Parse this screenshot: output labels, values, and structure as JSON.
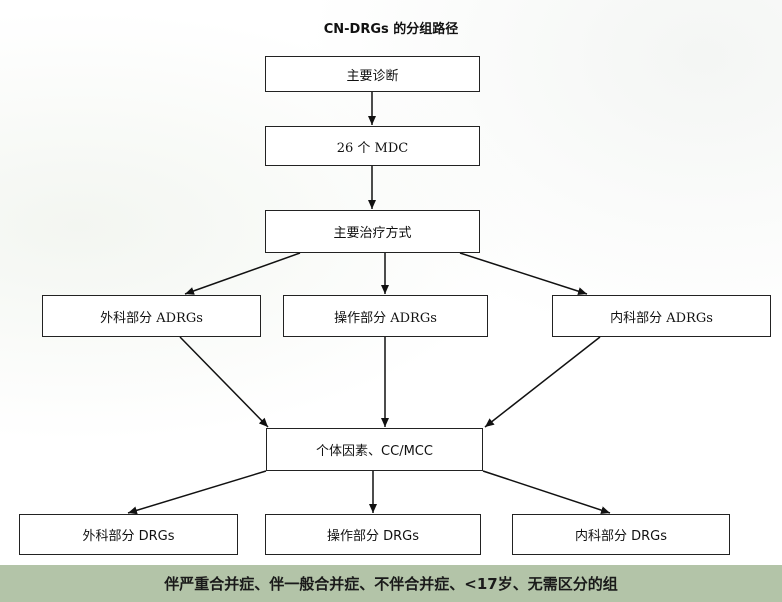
{
  "title": "CN-DRGs 的分组路径",
  "nodes": {
    "main_diagnosis": "主要诊断",
    "mdc": "26 个 MDC",
    "main_treatment": "主要治疗方式",
    "surgical_adrg": "外科部分 ADRGs",
    "procedure_adrg": "操作部分 ADRGs",
    "medical_adrg": "内科部分 ADRGs",
    "individual_factors": "个体因素、CC/MCC",
    "surgical_drg": "外科部分 DRGs",
    "procedure_drg": "操作部分 DRGs",
    "medical_drg": "内科部分 DRGs"
  },
  "footer": "伴严重合并症、伴一般合并症、不伴合并症、<17岁、无需区分的组"
}
